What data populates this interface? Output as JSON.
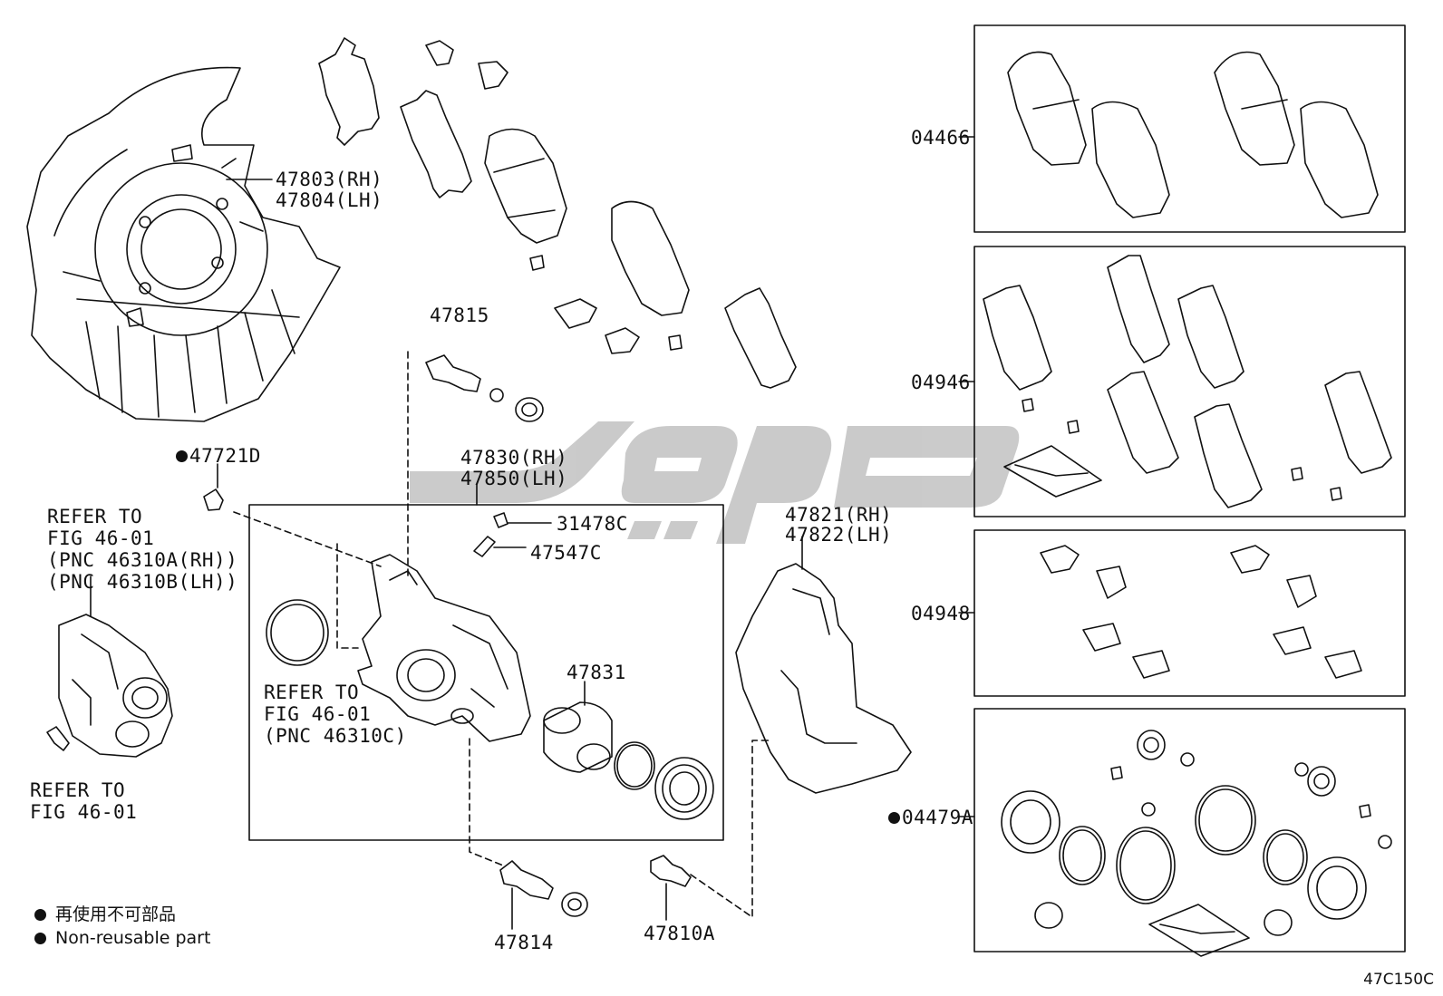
{
  "labels": {
    "p47803": "47803(RH)",
    "p47804": "47804(LH)",
    "p47815": "47815",
    "p47721d": "47721D",
    "p47830": "47830(RH)",
    "p47850": "47850(LH)",
    "p31478c": "31478C",
    "p47547c": "47547C",
    "p47821": "47821(RH)",
    "p47822": "47822(LH)",
    "p47831": "47831",
    "p47814": "47814",
    "p47810a": "47810A",
    "p04466": "04466",
    "p04946": "04946",
    "p04948": "04948",
    "p04479a": "04479A"
  },
  "refer_left": [
    "REFER TO",
    "FIG 46-01",
    "(PNC 46310A(RH))",
    "(PNC 46310B(LH))"
  ],
  "refer_bolt": [
    "REFER TO",
    "FIG 46-01"
  ],
  "refer_seal": [
    "REFER TO",
    "FIG 46-01",
    "(PNC 46310C)"
  ],
  "legend": {
    "jp": "再使用不可部品",
    "en": "Non-reusable part"
  },
  "figure_id": "47C150C",
  "colors": {
    "line": "#111111",
    "watermark": "#c8c8c8"
  }
}
